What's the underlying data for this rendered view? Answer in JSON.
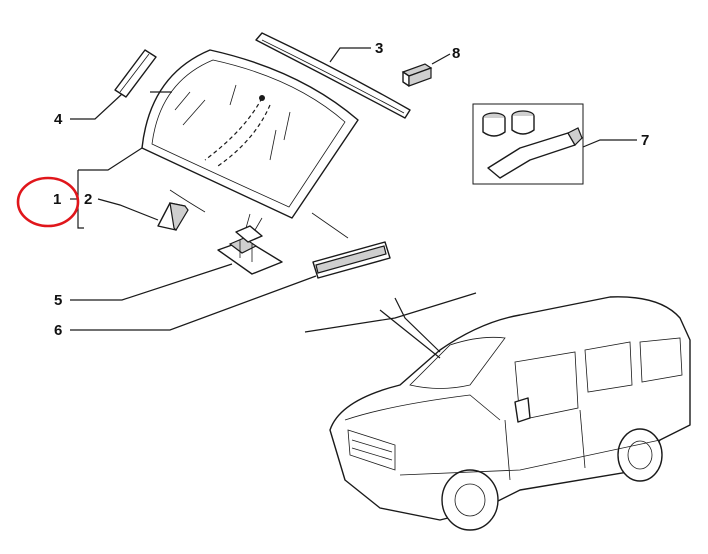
{
  "diagram": {
    "callouts": [
      {
        "id": "1",
        "label": "1"
      },
      {
        "id": "2",
        "label": "2"
      },
      {
        "id": "3",
        "label": "3"
      },
      {
        "id": "4",
        "label": "4"
      },
      {
        "id": "5",
        "label": "5"
      },
      {
        "id": "6",
        "label": "6"
      },
      {
        "id": "7",
        "label": "7"
      },
      {
        "id": "8",
        "label": "8"
      }
    ],
    "highlight": {
      "target": "1",
      "color": "#e0161b"
    },
    "colors": {
      "line": "#1a1a1a",
      "shade": "#cfcfcf",
      "highlight": "#e0161b"
    }
  }
}
